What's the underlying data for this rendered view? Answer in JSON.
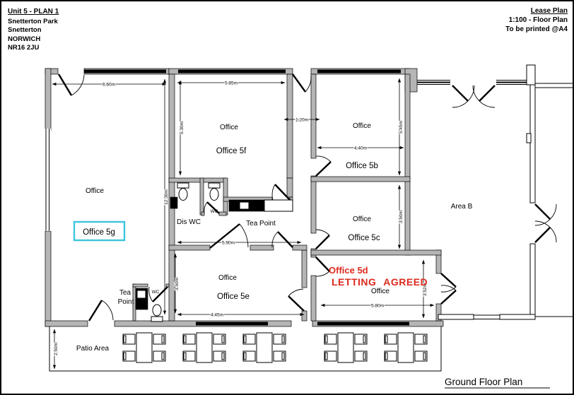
{
  "page": {
    "project": {
      "title": "Unit 5 - PLAN 1",
      "address": [
        "Snetterton Park",
        "Snetterton",
        "NORWICH",
        "NR16 2JU"
      ]
    },
    "plan_meta": {
      "title": "Lease Plan",
      "scale": "1:100 - Floor Plan",
      "print_note": "To be printed @A4"
    },
    "footer_label": "Ground Floor Plan"
  },
  "rooms": {
    "office_5g": {
      "generic": "Office",
      "name": "Office 5g"
    },
    "office_5f": {
      "generic": "Office",
      "name": "Office 5f"
    },
    "office_5b": {
      "generic": "Office",
      "name": "Office 5b"
    },
    "office_5c": {
      "generic": "Office",
      "name": "Office 5c"
    },
    "office_5d": {
      "generic": "Office",
      "name": "Office 5d",
      "status": "LETTING AGREED"
    },
    "office_5e": {
      "generic": "Office",
      "name": "Office 5e"
    },
    "area_b": {
      "name": "Area B"
    },
    "dis_wc": {
      "name": "Dis WC"
    },
    "wc_upper": {
      "name": "WC"
    },
    "tea_point_upper": {
      "name": "Tea Point"
    },
    "tea_point_lower": {
      "line1": "Tea",
      "line2": "Point"
    },
    "wc_lower": {
      "name": "WC"
    },
    "patio": {
      "name": "Patio Area"
    }
  },
  "dimensions": {
    "left_office_width": "6.60m",
    "left_office_depth": "12.30m",
    "office_5f_width": "5.85m",
    "office_5f_depth": "5.30m",
    "corridor_width": "1.20m",
    "office_5b_width": "4.40m",
    "office_5b_depth": "5.45m",
    "office_5c_depth": "3.50m",
    "office_5e_width_top": "5.90m",
    "office_5e_width_bottom": "4.45m",
    "office_5e_depth": "3.50m",
    "office_5d_width": "5.80m",
    "office_5d_depth": "3.52m",
    "patio_depth": "2.50m"
  },
  "colors": {
    "wall_fill": "#b5b5b5",
    "letting_red": "#dd2a1e",
    "highlight_cyan": "#3cc5de"
  }
}
